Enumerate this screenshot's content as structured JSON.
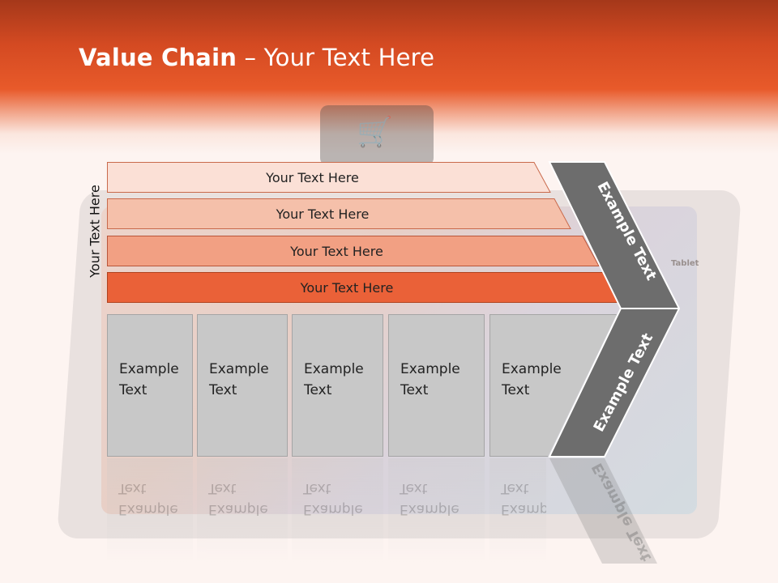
{
  "title": {
    "bold": "Value Chain",
    "rest": " – Your Text Here"
  },
  "vertical_label": "Your Text Here",
  "rows": [
    "Your Text Here",
    "Your Text Here",
    "Your Text Here",
    "Your Text Here"
  ],
  "boxes": [
    {
      "line1": "Example",
      "line2": "Text"
    },
    {
      "line1": "Example",
      "line2": "Text"
    },
    {
      "line1": "Example",
      "line2": "Text"
    },
    {
      "line1": "Example",
      "line2": "Text"
    },
    {
      "line1": "Example",
      "line2": "Text"
    }
  ],
  "chevron": {
    "top_text": "Example Text",
    "bottom_text": "Example Text"
  },
  "background": {
    "device_label": "Tablet",
    "cart_icon": "shopping-cart-icon"
  },
  "colors": {
    "header": "#e85a2a",
    "row1": "#fbe0d6",
    "row2": "#f5c0aa",
    "row3": "#f2a083",
    "row4": "#ea6138",
    "box": "#c8c8c8",
    "chevron": "#6d6d6d"
  }
}
